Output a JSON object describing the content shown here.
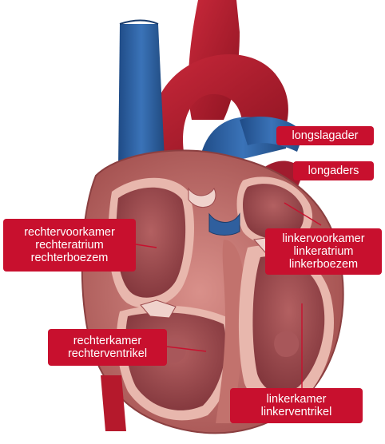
{
  "labels": {
    "longslagader": "longslagader",
    "longaders": "longaders",
    "rechtervoorkamer": [
      "rechtervoorkamer",
      "rechteratrium",
      "rechterboezem"
    ],
    "linkervoorkamer": [
      "linkervoorkamer",
      "linkeratrium",
      "linkerboezem"
    ],
    "rechterkamer": [
      "rechterkamer",
      "rechterventrikel"
    ],
    "linkerkamer": [
      "linkerkamer",
      "linkerventrikel"
    ]
  },
  "colors": {
    "label_bg": "#c8102e",
    "label_text": "#ffffff",
    "artery_red": "#b5192c",
    "vein_blue": "#2f5f9e",
    "muscle": "#c2726d",
    "chamber_interior": "#9c4a4d",
    "chamber_lining": "#e8b7ad",
    "background": "#ffffff"
  }
}
